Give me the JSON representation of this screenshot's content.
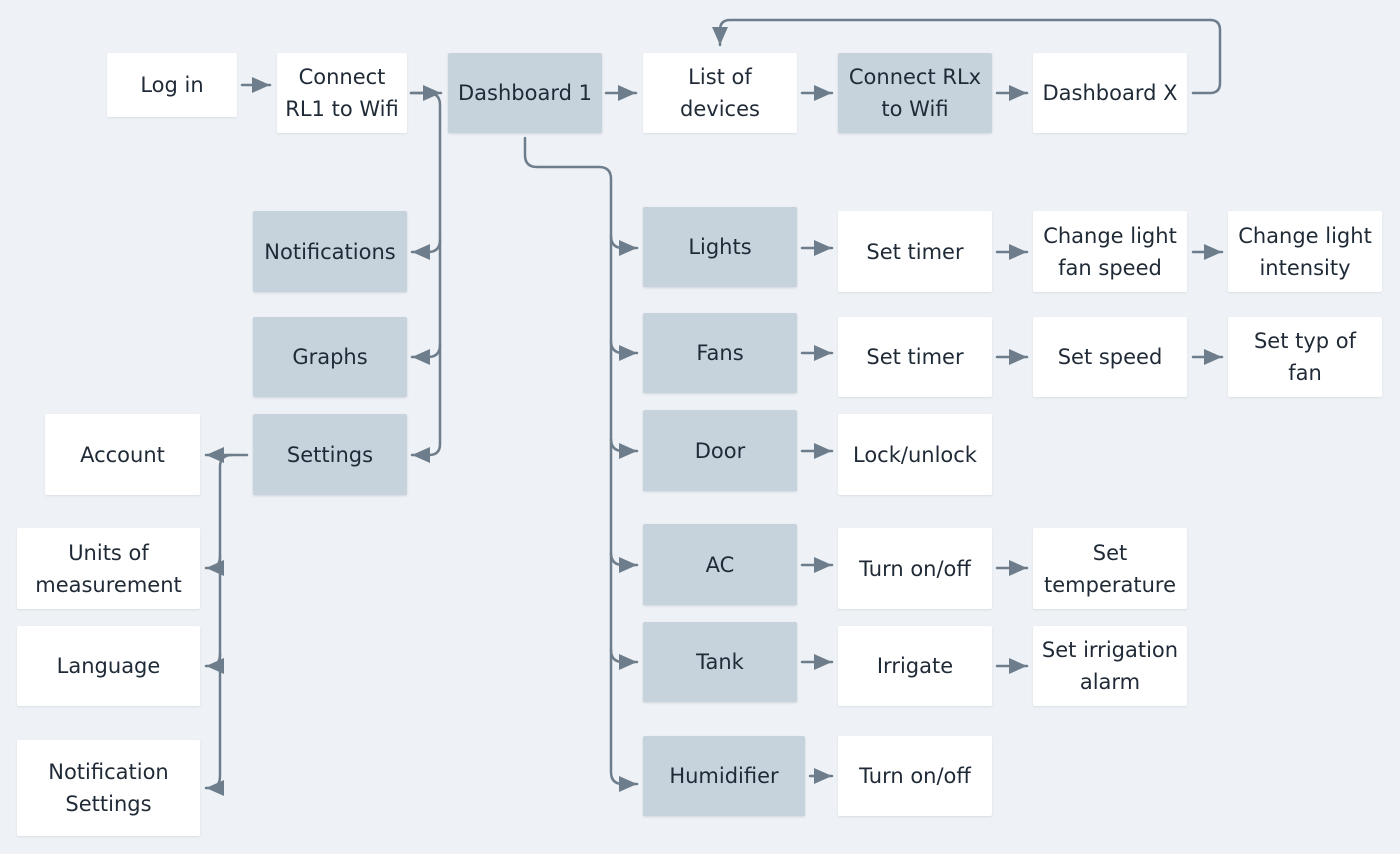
{
  "colors": {
    "background": "#eef2f6",
    "node_white": "#ffffff",
    "node_blue": "#c6d2dc",
    "connector": "#6e7d8b",
    "text": "#1f2a36"
  },
  "nodes": {
    "log_in": "Log in",
    "connect_rl1": "Connect\nRL1 to Wifi",
    "dashboard_1": "Dashboard 1",
    "list_of_devices": "List of\ndevices",
    "connect_rlx": "Connect RLx\nto Wifi",
    "dashboard_x": "Dashboard X",
    "notifications": "Notifications",
    "graphs": "Graphs",
    "settings": "Settings",
    "account": "Account",
    "units": "Units of\nmeasurement",
    "language": "Language",
    "notification_settings": "Notification\nSettings",
    "lights": "Lights",
    "lights_timer": "Set timer",
    "change_fan_speed": "Change light\nfan speed",
    "change_intensity": "Change light\nintensity",
    "fans": "Fans",
    "fans_timer": "Set timer",
    "set_speed": "Set speed",
    "set_fan_type": "Set typ of\nfan",
    "door": "Door",
    "lock_unlock": "Lock/unlock",
    "ac": "AC",
    "ac_turn": "Turn on/off",
    "set_temperature": "Set\ntemperature",
    "tank": "Tank",
    "irrigate": "Irrigate",
    "irrigation_alarm": "Set irrigation\nalarm",
    "humidifier": "Humidifier",
    "humidifier_turn": "Turn on/off"
  }
}
